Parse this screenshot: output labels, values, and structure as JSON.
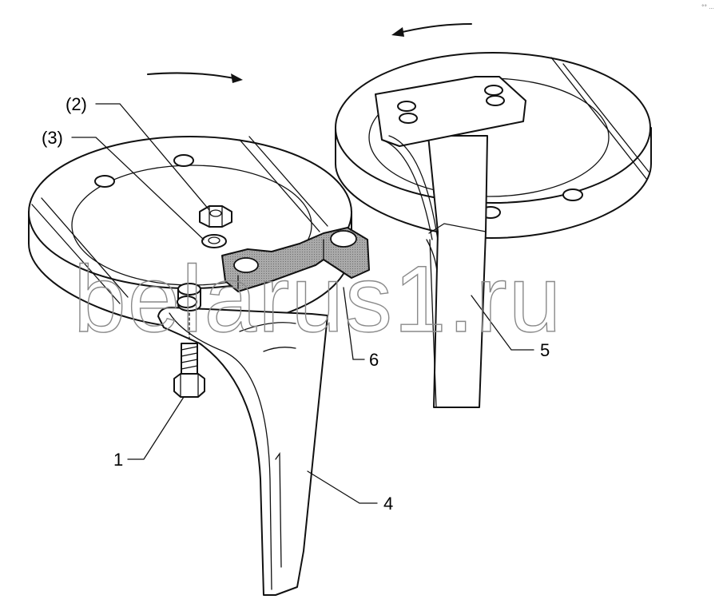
{
  "labels": {
    "part1": "1",
    "part2": "(2)",
    "part3": "(3)",
    "part4": "4",
    "part5": "5",
    "part6": "6"
  },
  "watermark": "belarus1.ru",
  "corner_mark": "°° ...",
  "colors": {
    "line": "#111111",
    "bracket_fill": "#a9a9a9",
    "watermark": "#8a8a8a",
    "background": "#ffffff"
  }
}
